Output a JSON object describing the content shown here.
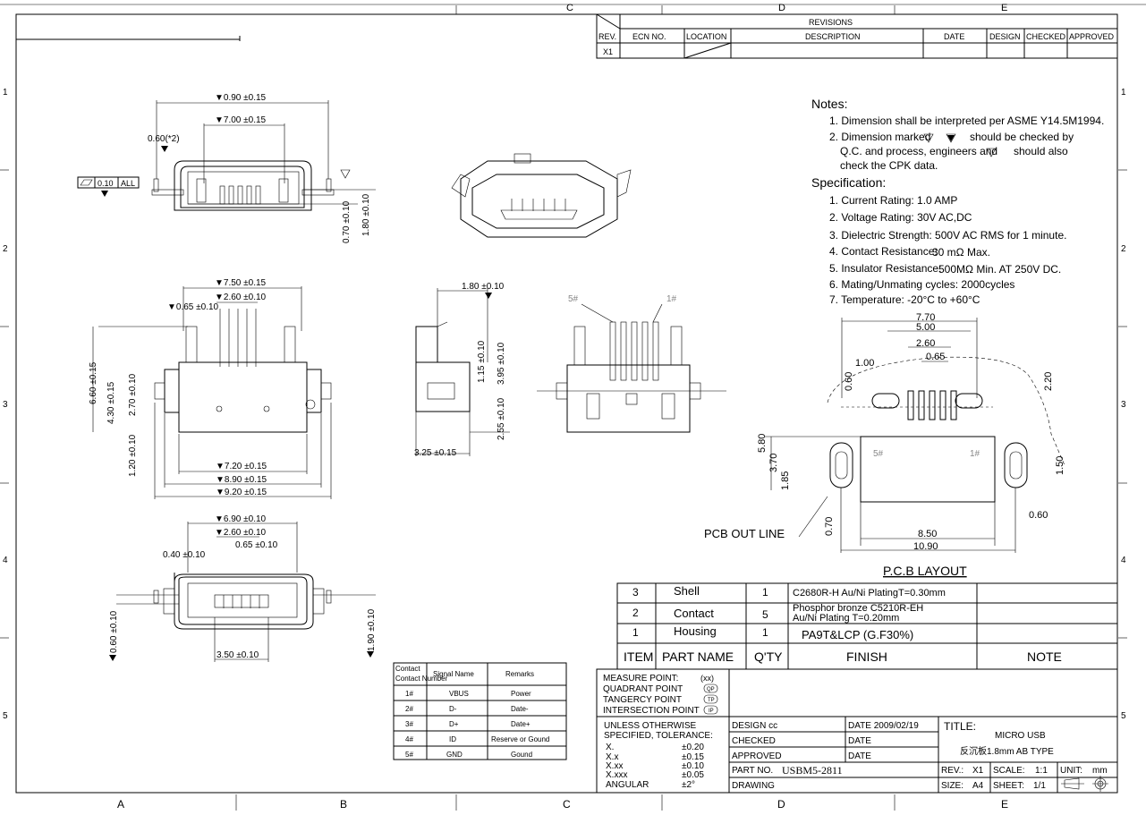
{
  "frame": {
    "cols_top": [
      "C",
      "D",
      "E"
    ],
    "cols_bottom": [
      "A",
      "B",
      "C",
      "D",
      "E"
    ],
    "rows": [
      "1",
      "2",
      "3",
      "4",
      "5"
    ]
  },
  "revisions": {
    "title": "REVISIONS",
    "headers": [
      "REV.",
      "ECN NO.",
      "LOCATION",
      "DESCRIPTION",
      "DATE",
      "DESIGN",
      "CHECKED",
      "APPROVED"
    ],
    "row": [
      "X1",
      "",
      "",
      "",
      "",
      "",
      "",
      ""
    ]
  },
  "notes": {
    "title": "Notes:",
    "items": [
      "1. Dimension shall be interpreted per ASME Y14.5M1994.",
      "2. Dimension marked",
      "should be checked by",
      "Q.C. and process, engineers and",
      "should also",
      "check the CPK data."
    ]
  },
  "specification": {
    "title": "Specification:",
    "items": [
      "1. Current Rating: 1.0 AMP",
      "2. Voltage Rating: 30V AC,DC",
      "3. Dielectric Strength: 500V AC RMS for 1 minute.",
      "4. Contact Resistance:",
      "30 mΩ Max.",
      "5. Insulator Resistance:",
      "500MΩ Min. AT 250V DC.",
      "6. Mating/Unmating cycles: 2000cycles",
      "7. Temperature: -20°C to +60°C"
    ]
  },
  "top_view": {
    "dims": [
      "▼0.90 ±0.15",
      "▼7.00 ±0.15",
      "0.60(*2)",
      "0.10",
      "ALL",
      "0.70 ±0.10",
      "1.80 ±0.10"
    ]
  },
  "mid_view": {
    "dims": [
      "▼7.50 ±0.15",
      "▼2.60 ±0.10",
      "▼0.65 ±0.10",
      "6.60 ±0.15",
      "4.30 ±0.15",
      "2.70 ±0.10",
      "1.20 ±0.10",
      "▼7.20 ±0.15",
      "▼8.90 ±0.15",
      "▼9.20 ±0.15"
    ]
  },
  "bottom_view": {
    "dims": [
      "▼6.90 ±0.10",
      "▼2.60 ±0.10",
      "0.65 ±0.10",
      "0.40 ±0.10",
      "0.60 ±0.10",
      "1.90 ±0.10",
      "3.50 ±0.10"
    ]
  },
  "side_view": {
    "dims": [
      "1.80 ±0.10",
      "1.15 ±0.10",
      "3.95 ±0.10",
      "2.55 ±0.10",
      "3.25 ±0.15"
    ]
  },
  "front_view": {
    "labels": [
      "5#",
      "1#"
    ]
  },
  "pcb": {
    "title": "P.C.B LAYOUT",
    "out_line": "PCB OUT LINE",
    "dims": [
      "7.70",
      "5.00",
      "2.60",
      "0.65",
      "1.00",
      "0.60",
      "2.20",
      "5.80",
      "3.70",
      "1.85",
      "1.50",
      "0.60",
      "0.70",
      "8.50",
      "10.90"
    ],
    "pins": [
      "5#",
      "1#"
    ]
  },
  "bom": {
    "rows": [
      {
        "item": "3",
        "name": "Shell",
        "qty": "1",
        "finish": "C2680R-H  Au/Ni  PlatingT=0.30mm",
        "finish2": "",
        "note": ""
      },
      {
        "item": "2",
        "name": "Contact",
        "qty": "5",
        "finish": "Phosphor bronze C5210R-EH",
        "finish2": "Au/Ni  Plating  T=0.20mm",
        "note": ""
      },
      {
        "item": "1",
        "name": "Housing",
        "qty": "1",
        "finish": "PA9T&LCP (G.F30%)",
        "finish2": "",
        "note": ""
      }
    ],
    "headers": [
      "ITEM",
      "PART  NAME",
      "Q'TY",
      "FINISH",
      "NOTE"
    ]
  },
  "signals": {
    "headers": [
      "Contact Number",
      "Signal Name",
      "Remarks"
    ],
    "rows": [
      [
        "1#",
        "VBUS",
        "Power"
      ],
      [
        "2#",
        "D-",
        "Date-"
      ],
      [
        "3#",
        "D+",
        "Date+"
      ],
      [
        "4#",
        "ID",
        "Reserve or Gound"
      ],
      [
        "5#",
        "GND",
        "Gound"
      ]
    ]
  },
  "title_block": {
    "measure": [
      {
        "label": "MEASURE POINT:",
        "sym": "(xx)"
      },
      {
        "label": "QUADRANT POINT",
        "sym": "QP"
      },
      {
        "label": "TANGERCY POINT",
        "sym": "TP"
      },
      {
        "label": "INTERSECTION POINT",
        "sym": "IP"
      }
    ],
    "tolerance_title": [
      "UNLESS OTHERWISE",
      "SPECIFIED, TOLERANCE:"
    ],
    "tolerances": [
      [
        "X.",
        "±0.20"
      ],
      [
        "X.x",
        "±0.15"
      ],
      [
        "X.xx",
        "±0.10"
      ],
      [
        "X.xxx",
        "±0.05"
      ],
      [
        "ANGULAR",
        "±2°"
      ]
    ],
    "design": "DESIGN cc",
    "design_date": "DATE 2009/02/19",
    "checked": "CHECKED",
    "checked_date": "DATE",
    "approved": "APPROVED",
    "approved_date": "DATE",
    "part_no_label": "PART NO.",
    "part_no": "USBM5-2811",
    "drawing": "DRAWING",
    "title_label": "TITLE:",
    "title_line1": "MICRO USB",
    "title_line2": "反沉板1.8mm AB TYPE",
    "rev_label": "REV.:",
    "rev": "X1",
    "scale_label": "SCALE:",
    "scale": "1:1",
    "unit_label": "UNIT:",
    "unit": "mm",
    "size_label": "SIZE:",
    "size": "A4",
    "sheet_label": "SHEET:",
    "sheet": "1/1"
  }
}
